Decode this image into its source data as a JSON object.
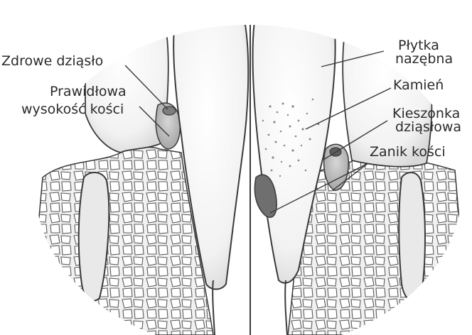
{
  "labels": {
    "healthy_gum": "Zdrowe dziąsło",
    "normal_bone_height_line1": "Prawidłowa",
    "normal_bone_height_line2": "wysokość kości",
    "plaque_line1": "Płytka",
    "plaque_line2": "nazębna",
    "calculus": "Kamień",
    "gum_pocket_line1": "Kieszonka",
    "gum_pocket_line2": "dziąsłowa",
    "bone_loss": "Zanik kości"
  },
  "colors": {
    "outline": "#3a3a3a",
    "tooth_shadow": "#dcdcdc",
    "gum": "#b9b9b9",
    "bone_fill": "#ececec"
  }
}
